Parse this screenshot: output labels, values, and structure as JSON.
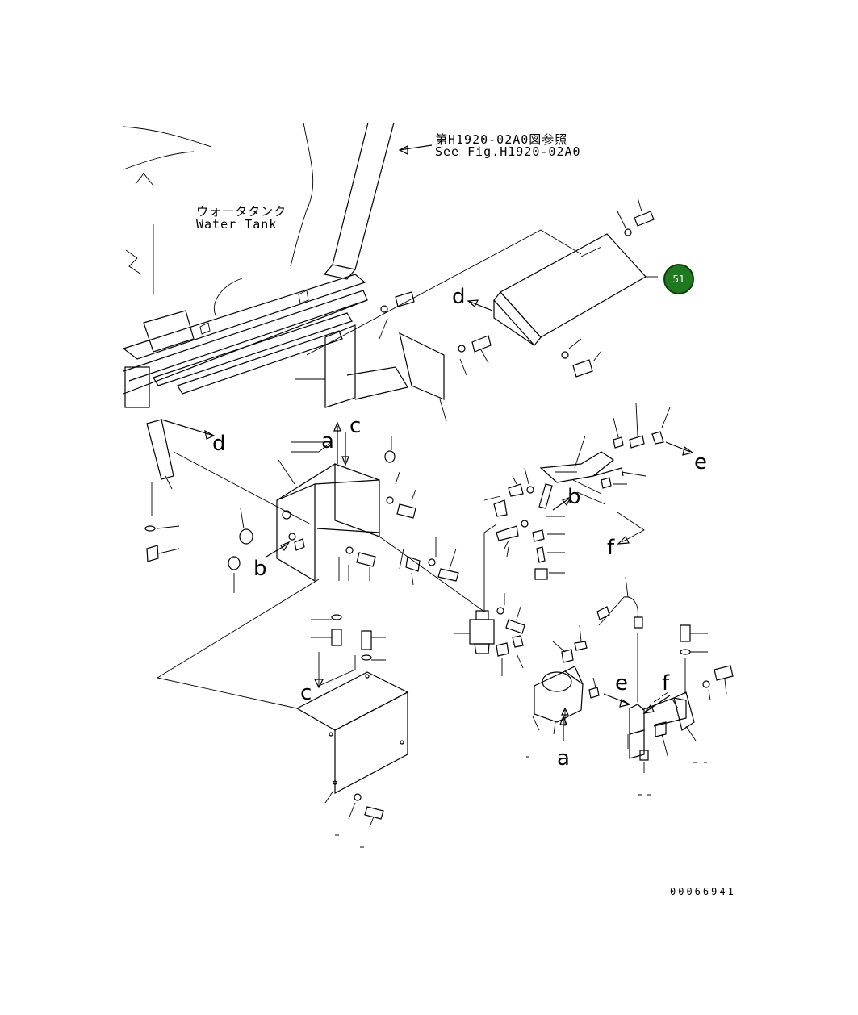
{
  "reference": {
    "jp": "第H1920-02A0図参照",
    "en": "See Fig.H1920-02A0"
  },
  "water_tank": {
    "jp": "ウォータタンク",
    "en": "Water Tank"
  },
  "callout": {
    "number": "51",
    "color": "#1f7a1f"
  },
  "view_letters": {
    "d_top": "d",
    "d_left": "d",
    "a_upper": "a",
    "c_upper": "c",
    "b_bracket": "b",
    "b_pipe": "b",
    "e_right": "e",
    "f_right": "f",
    "c_lower": "c",
    "e_lower": "e",
    "f_lower": "f",
    "a_lower": "a"
  },
  "document_number": "00066941"
}
